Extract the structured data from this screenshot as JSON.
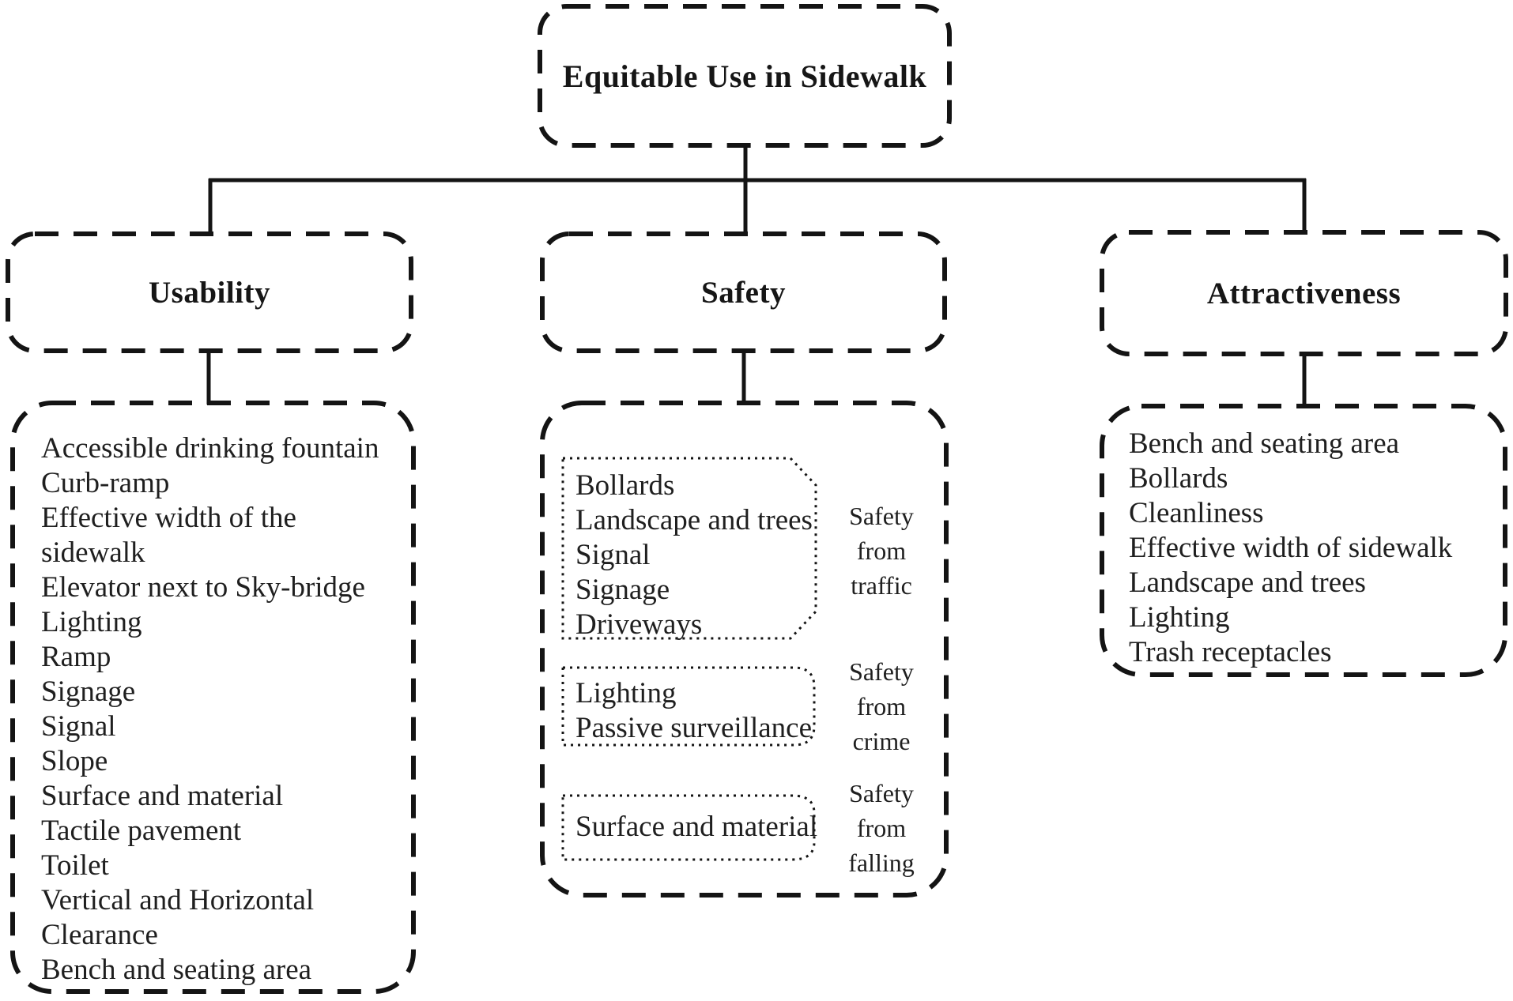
{
  "diagram": {
    "root": {
      "title": "Equitable Use in Sidewalk"
    },
    "usability": {
      "title": "Usability",
      "items": [
        "Accessible drinking fountain",
        "Curb-ramp",
        "Effective width of the sidewalk",
        "Elevator next to Sky-bridge",
        "Lighting",
        "Ramp",
        "Signage",
        "Signal",
        "Slope",
        "Surface and material",
        "Tactile pavement",
        "Toilet",
        "Vertical and Horizontal Clearance",
        "Bench and seating area"
      ]
    },
    "safety": {
      "title": "Safety",
      "groups": [
        {
          "items": [
            "Bollards",
            "Landscape and trees",
            "Signal",
            "Signage",
            "Driveways"
          ],
          "label": "Safety\nfrom\ntraffic"
        },
        {
          "items": [
            "Lighting",
            "Passive surveillance"
          ],
          "label": "Safety\nfrom\ncrime"
        },
        {
          "items": [
            "Surface and material"
          ],
          "label": "Safety\nfrom\nfalling"
        }
      ]
    },
    "attractiveness": {
      "title": "Attractiveness",
      "items": [
        "Bench and seating area",
        "Bollards",
        "Cleanliness",
        "Effective width of sidewalk",
        "Landscape and trees",
        "Lighting",
        "Trash receptacles"
      ]
    }
  },
  "colors": {
    "ink": "#141414",
    "text": "#1f1f1f",
    "background": "#ffffff"
  }
}
